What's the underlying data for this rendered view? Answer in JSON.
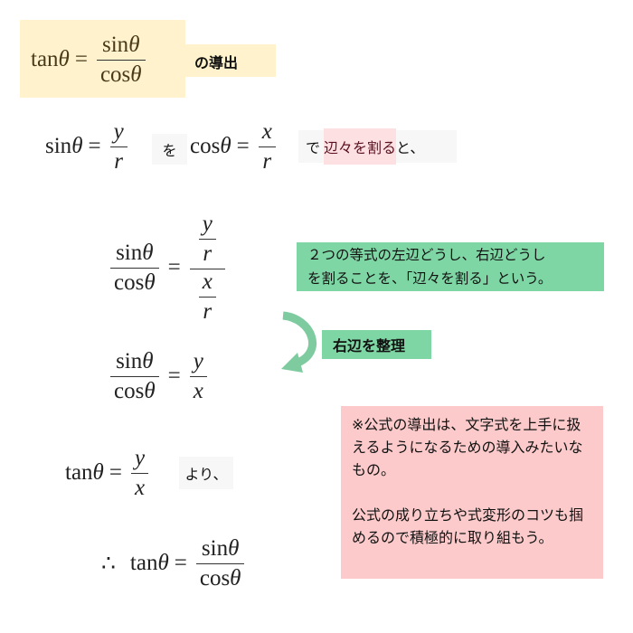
{
  "title": {
    "lhs": "tan",
    "theta": "θ",
    "eq": "=",
    "num": "sin",
    "den": "cos",
    "suffix": "の導出"
  },
  "step1": {
    "sin": "sin",
    "theta": "θ",
    "eq": "=",
    "y": "y",
    "r": "r",
    "wo": "を",
    "cos": "cos",
    "x": "x",
    "de": "で",
    "highlight": "辺々を割る",
    "tail": "と、"
  },
  "step2": {
    "sin": "sin",
    "cos": "cos",
    "theta": "θ",
    "eq": "=",
    "y": "y",
    "r": "r",
    "x": "x"
  },
  "note1": {
    "line1": "２つの等式の左辺どうし、右辺どうし",
    "line2": "を割ることを、「辺々を割る」という。"
  },
  "arrow_label": "右辺を整理",
  "step3": {
    "sin": "sin",
    "cos": "cos",
    "theta": "θ",
    "eq": "=",
    "y": "y",
    "x": "x"
  },
  "step4": {
    "tan": "tan",
    "theta": "θ",
    "eq": "=",
    "y": "y",
    "x": "x",
    "yori": "より、"
  },
  "step5": {
    "therefore": "∴",
    "tan": "tan",
    "sin": "sin",
    "cos": "cos",
    "theta": "θ",
    "eq": "="
  },
  "note2": {
    "p1": "※公式の導出は、文字式を上手に扱えるようになるための導入みたいなもの。",
    "p2": "公式の成り立ちや式変形のコツも掴めるので積極的に取り組もう。"
  },
  "colors": {
    "title_bg": "#fff2cc",
    "green": "#7fd6a5",
    "pink": "#fccaca",
    "pink_light": "#fde0e2",
    "arrow": "#7dcb9f"
  }
}
